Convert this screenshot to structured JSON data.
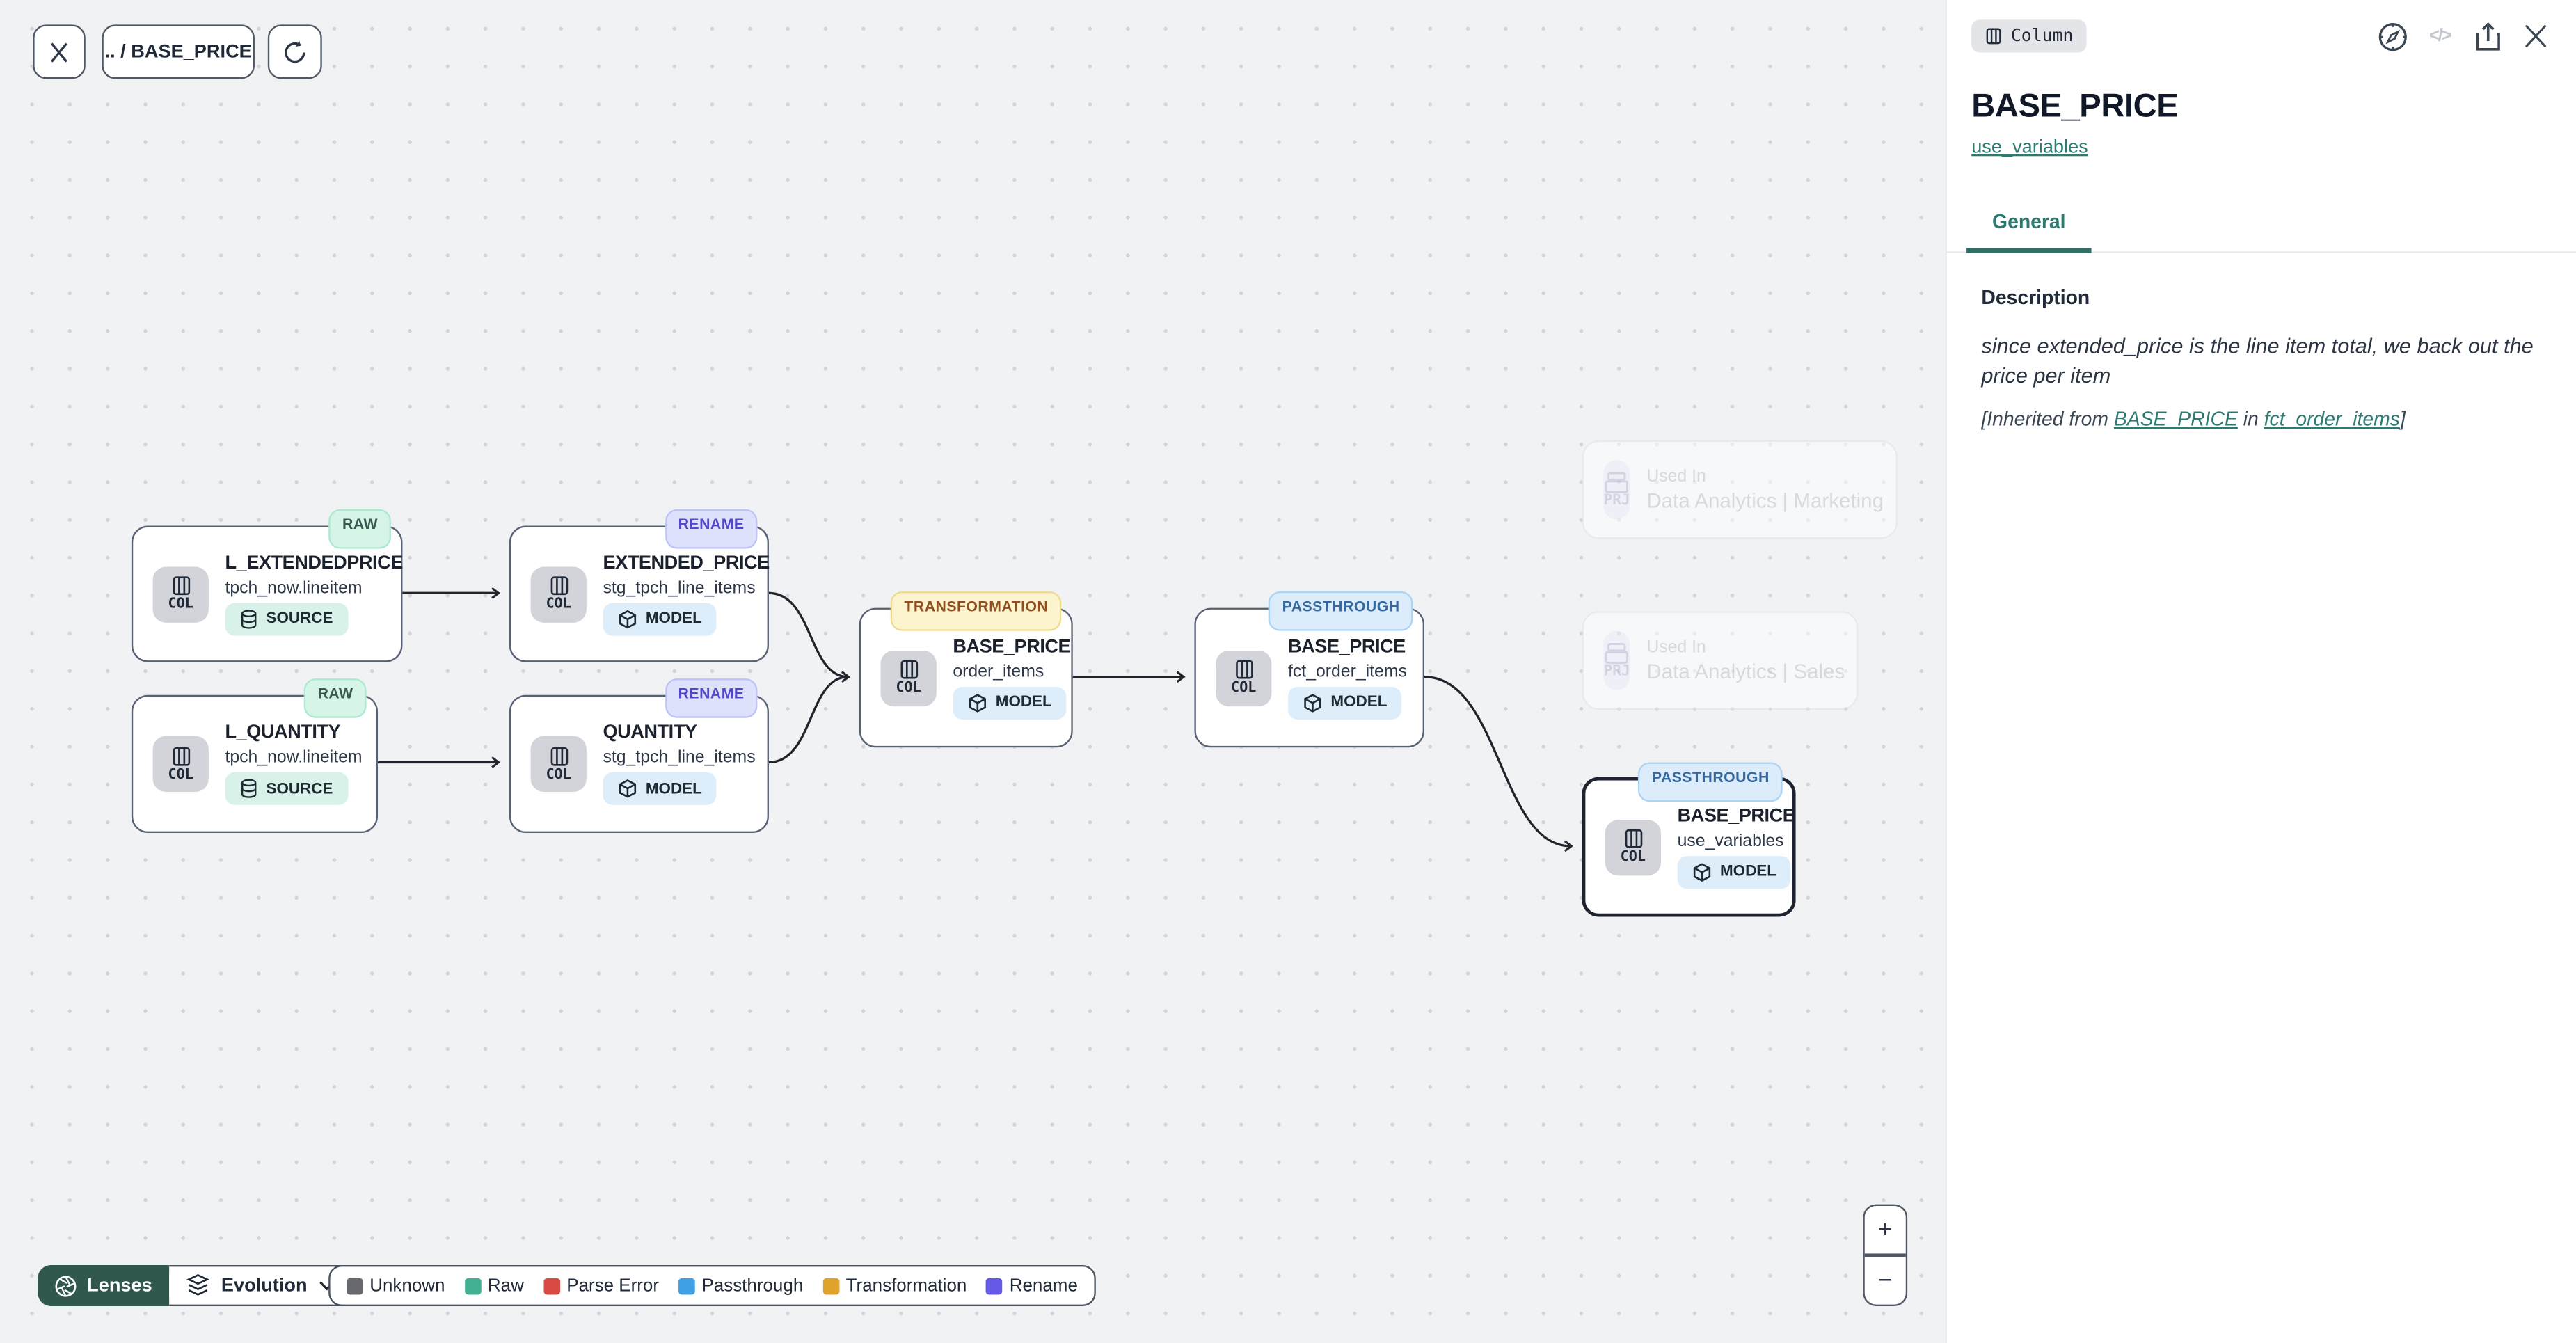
{
  "app": {
    "breadcrumb": ".. / BASE_PRICE"
  },
  "colors": {
    "accent_teal": "#2c7a72",
    "lenses_bg": "#30584f",
    "canvas_bg": "#f1f2f4",
    "node_border": "#586275",
    "selected_node_border": "#1d2430",
    "badge_raw_bg": "#d6f5e7",
    "badge_rename_bg": "#dee1fb",
    "badge_transformation_bg": "#fcf3cf",
    "badge_passthrough_bg": "#dcecfb",
    "pill_source_bg": "#d9f2e9",
    "pill_model_bg": "#ddeefa"
  },
  "canvas": {
    "nodes": [
      {
        "title": "L_EXTENDEDPRICE",
        "subtitle": "tpch_now.lineitem",
        "type_label": "SOURCE",
        "badge": "RAW",
        "icon_label": "COL",
        "selected": false
      },
      {
        "title": "EXTENDED_PRICE",
        "subtitle": "stg_tpch_line_items",
        "type_label": "MODEL",
        "badge": "RENAME",
        "icon_label": "COL",
        "selected": false
      },
      {
        "title": "L_QUANTITY",
        "subtitle": "tpch_now.lineitem",
        "type_label": "SOURCE",
        "badge": "RAW",
        "icon_label": "COL",
        "selected": false
      },
      {
        "title": "QUANTITY",
        "subtitle": "stg_tpch_line_items",
        "type_label": "MODEL",
        "badge": "RENAME",
        "icon_label": "COL",
        "selected": false
      },
      {
        "title": "BASE_PRICE",
        "subtitle": "order_items",
        "type_label": "MODEL",
        "badge": "TRANSFORMATION",
        "icon_label": "COL",
        "selected": false
      },
      {
        "title": "BASE_PRICE",
        "subtitle": "fct_order_items",
        "type_label": "MODEL",
        "badge": "PASSTHROUGH",
        "icon_label": "COL",
        "selected": false
      },
      {
        "title": "BASE_PRICE",
        "subtitle": "use_variables",
        "type_label": "MODEL",
        "badge": "PASSTHROUGH",
        "icon_label": "COL",
        "selected": true
      }
    ],
    "ghost_cards": [
      {
        "icon_label": "PRJ",
        "label": "Used In",
        "name": "Data Analytics | Marketing"
      },
      {
        "icon_label": "PRJ",
        "label": "Used In",
        "name": "Data Analytics | Sales"
      }
    ],
    "zoom_in": "+",
    "zoom_out": "−"
  },
  "footer": {
    "lenses_label": "Lenses",
    "lens_selected": "Evolution",
    "legend": [
      {
        "label": "Unknown",
        "color": "#67696e"
      },
      {
        "label": "Raw",
        "color": "#43b093"
      },
      {
        "label": "Parse Error",
        "color": "#d84b42"
      },
      {
        "label": "Passthrough",
        "color": "#3fa0e6"
      },
      {
        "label": "Transformation",
        "color": "#dfa32b"
      },
      {
        "label": "Rename",
        "color": "#655ae8"
      }
    ]
  },
  "panel": {
    "type_badge": "Column",
    "title": "BASE_PRICE",
    "model_link": "use_variables",
    "tab": "General",
    "section_heading": "Description",
    "description": "since extended_price is the line item total, we back out the price per item",
    "inherited": {
      "prefix": "[Inherited from ",
      "link1": "BASE_PRICE",
      "middle": " in ",
      "link2": "fct_order_items",
      "suffix": "]"
    }
  }
}
